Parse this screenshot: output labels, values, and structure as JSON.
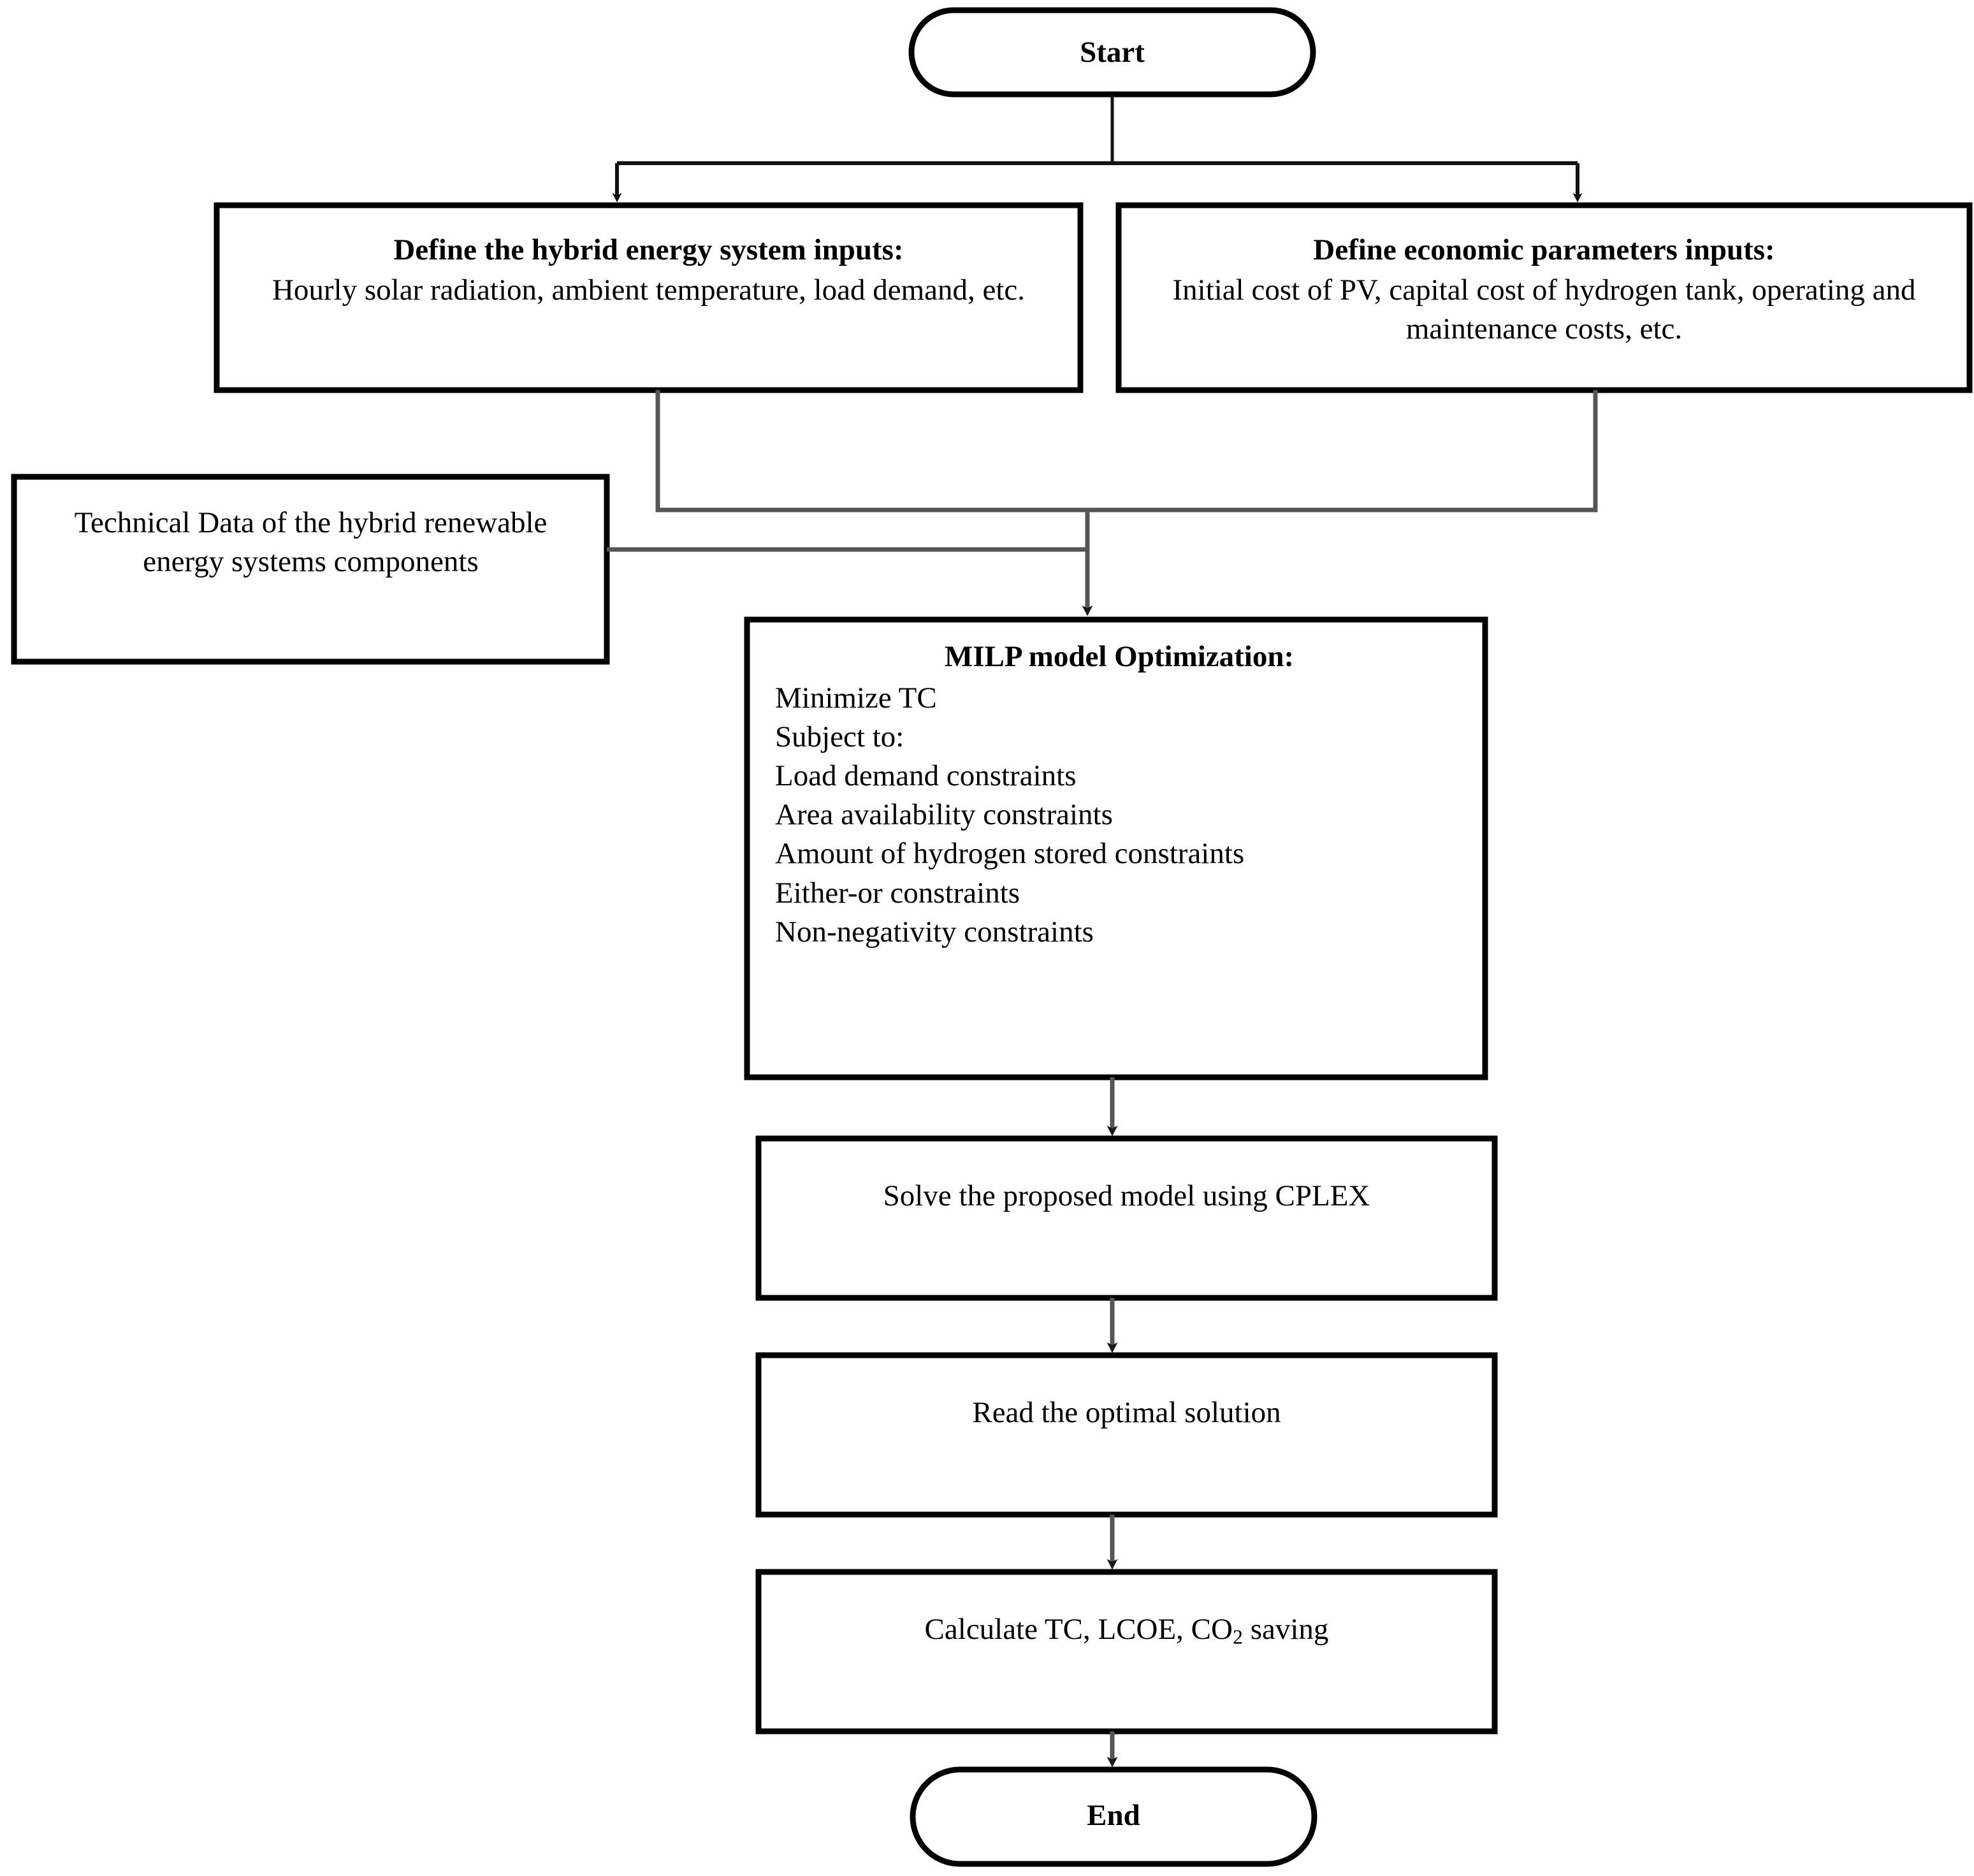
{
  "diagram": {
    "title": "MILP optimization methodology flowchart",
    "colors": {
      "stroke": "#000000",
      "fill": "#ffffff",
      "connector": "#4d4d4d",
      "text": "#000000"
    },
    "nodes": {
      "start": {
        "label": "Start",
        "shape": "terminator"
      },
      "end": {
        "label": "End",
        "shape": "terminator"
      },
      "hybrid_inputs": {
        "shape": "process",
        "header": "Define the hybrid energy system inputs:",
        "body": "Hourly solar radiation, ambient temperature, load demand, etc."
      },
      "economic_inputs": {
        "shape": "process",
        "header": "Define economic parameters inputs:",
        "body": "Initial cost of PV, capital cost of hydrogen tank, operating and maintenance costs, etc."
      },
      "technical_data": {
        "shape": "process",
        "body": "Technical Data of the hybrid renewable energy systems components"
      },
      "milp": {
        "shape": "process",
        "title": "MILP model Optimization:",
        "lines": [
          "Minimize TC",
          "Subject to:",
          "Load demand constraints",
          "Area availability constraints",
          "Amount of hydrogen stored constraints",
          "Either-or constraints",
          "Non-negativity constraints"
        ]
      },
      "solve": {
        "shape": "process",
        "label": "Solve the proposed model using CPLEX"
      },
      "read": {
        "shape": "process",
        "label": "Read the optimal solution"
      },
      "calculate": {
        "shape": "process",
        "label_prefix": "Calculate TC, LCOE, CO",
        "label_sub": "2",
        "label_suffix": " saving"
      }
    },
    "edges": [
      {
        "from": "start",
        "to": "hybrid_inputs",
        "type": "split-branch"
      },
      {
        "from": "start",
        "to": "economic_inputs",
        "type": "split-branch"
      },
      {
        "from": "hybrid_inputs",
        "to": "milp",
        "type": "elbow"
      },
      {
        "from": "economic_inputs",
        "to": "milp",
        "type": "elbow"
      },
      {
        "from": "technical_data",
        "to": "milp",
        "type": "elbow"
      },
      {
        "from": "milp",
        "to": "solve",
        "type": "straight"
      },
      {
        "from": "solve",
        "to": "read",
        "type": "straight"
      },
      {
        "from": "read",
        "to": "calculate",
        "type": "straight"
      },
      {
        "from": "calculate",
        "to": "end",
        "type": "straight"
      }
    ]
  }
}
